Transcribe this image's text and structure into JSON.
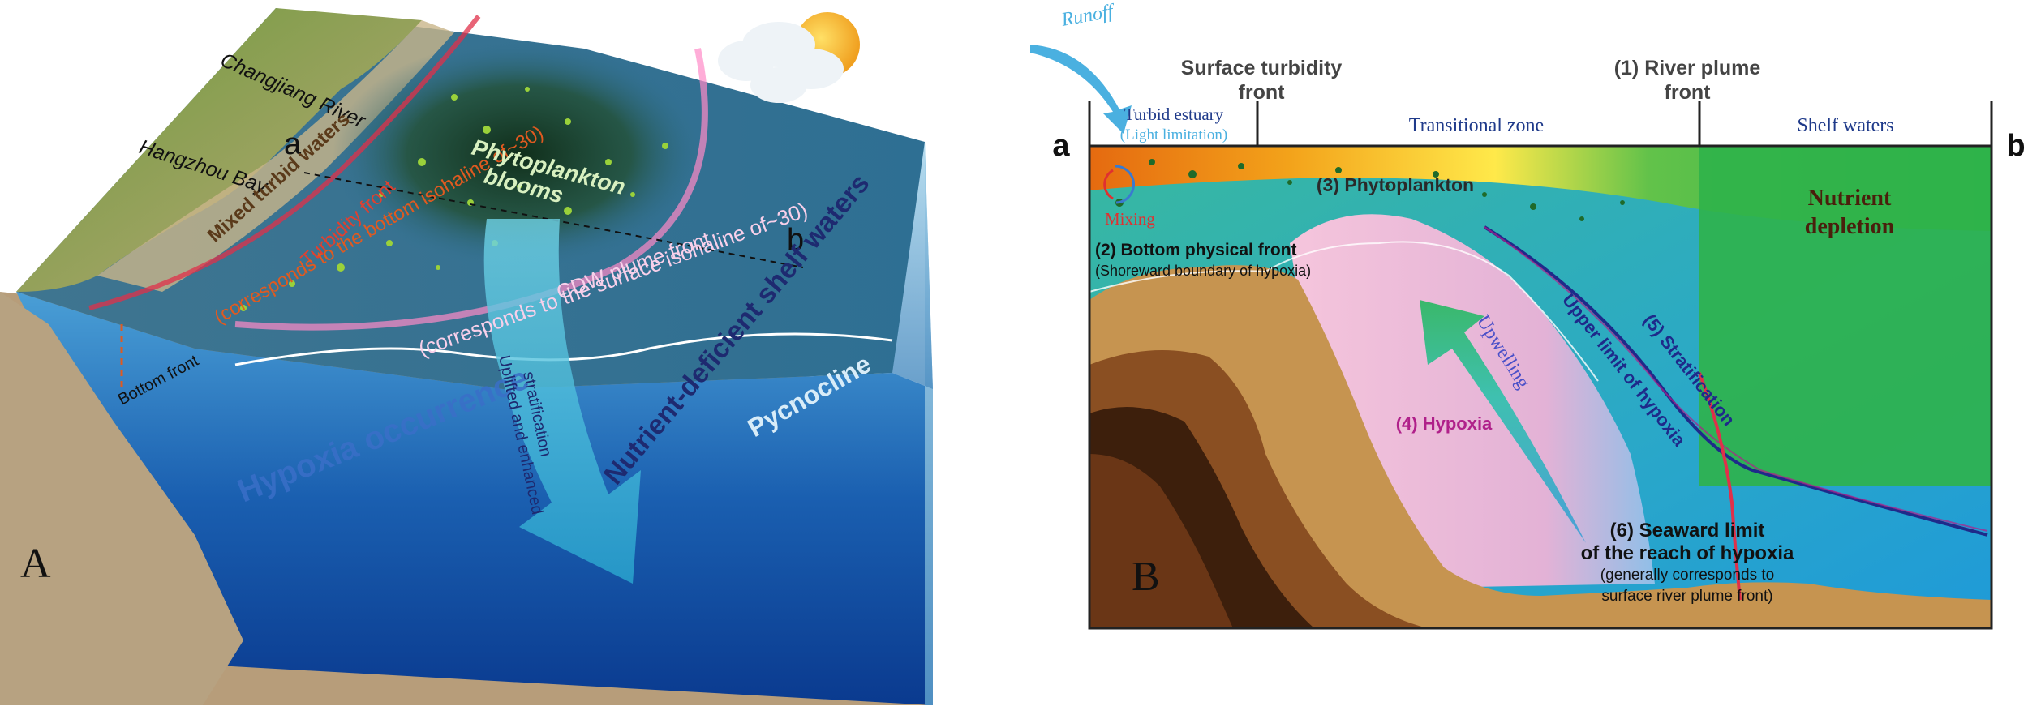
{
  "panel_a": {
    "panel_label": "A",
    "river": "Changjiang River",
    "bay": "Hangzhou Bay",
    "point_a": "a",
    "point_b": "b",
    "mixed_waters": "Mixed turbid waters",
    "turbidity_front": "Turbidity front",
    "turbidity_note": "(corresponds to the bottom isohaline of~30)",
    "blooms": [
      "Phytoplankton",
      "blooms"
    ],
    "cdw_front": "CDW plume front",
    "cdw_note": "(corresponds to the surface isohaline of~30)",
    "shelf_waters": "Nutrient-deficient shelf waters",
    "pycnocline": "Pycnocline",
    "hypoxia": "Hypoxia occurrence",
    "bottom_front": "Bottom front",
    "uplifted": [
      "Uplifted and enhanced",
      "stratification"
    ]
  },
  "panel_b": {
    "panel_label": "B",
    "point_a": "a",
    "point_b": "b",
    "runoff": "Runoff",
    "surface_turbidity_front": [
      "Surface turbidity",
      "front"
    ],
    "river_plume_front": [
      "(1) River plume",
      "front"
    ],
    "turbid_estuary": "Turbid estuary",
    "light_limitation": "(Light limitation)",
    "transitional_zone": "Transitional zone",
    "shelf_waters": "Shelf waters",
    "mixing": "Mixing",
    "phytoplankton": "(3) Phytoplankton",
    "nutrient_depletion": [
      "Nutrient",
      "depletion"
    ],
    "bottom_front": "(2) Bottom physical front",
    "bottom_front_note": "(Shoreward boundary of hypoxia)",
    "upwelling": "Upwelling",
    "upper_limit": "Upper limit of hypoxia",
    "stratification": "(5) Stratification",
    "hypoxia": "(4) Hypoxia",
    "seaward_limit": [
      "(6) Seaward limit",
      "of the reach of hypoxia"
    ],
    "seaward_note": [
      "(generally corresponds to",
      "surface river plume front)"
    ]
  },
  "colors": {
    "shelf_green": "#2fb34a",
    "hypoxia_pink": "#f2b6d8",
    "sediment_brown": "#c08a4a",
    "front_red": "#e0304a",
    "stratification_navy": "#1e2a8a",
    "hypoxia_magenta": "#b0208a"
  }
}
